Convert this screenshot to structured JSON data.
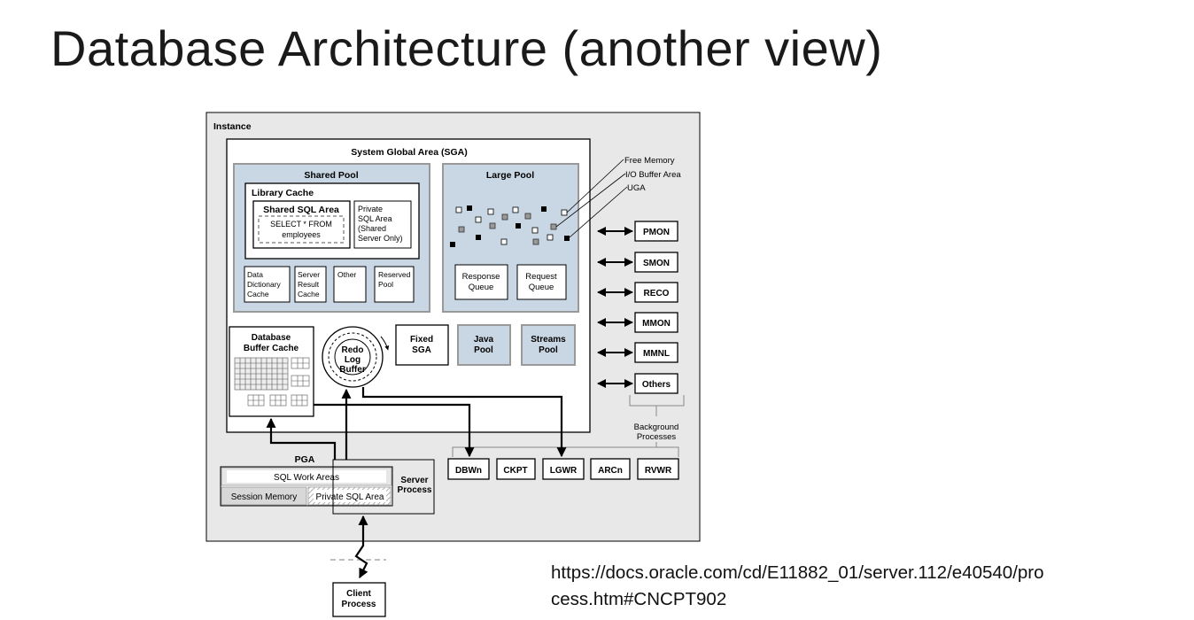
{
  "slide": {
    "title": "Database Architecture (another view)",
    "source_url_line1": "https://docs.oracle.com/cd/E11882_01/server.112/e40540/pro",
    "source_url_line2": "cess.htm#CNCPT902"
  },
  "diagram": {
    "instance_label": "Instance",
    "sga_label": "System Global Area (SGA)",
    "shared_pool_label": "Shared Pool",
    "library_cache_label": "Library Cache",
    "shared_sql_area_label": "Shared SQL Area",
    "sql_line1": "SELECT * FROM",
    "sql_line2": "employees",
    "private_sql_l1": "Private",
    "private_sql_l2": "SQL Area",
    "private_sql_l3": "(Shared",
    "private_sql_l4": "Server Only)",
    "data_dict_l1": "Data",
    "data_dict_l2": "Dictionary",
    "data_dict_l3": "Cache",
    "server_result_l1": "Server",
    "server_result_l2": "Result",
    "server_result_l3": "Cache",
    "other_label": "Other",
    "reserved_l1": "Reserved",
    "reserved_l2": "Pool",
    "large_pool_label": "Large Pool",
    "response_l1": "Response",
    "response_l2": "Queue",
    "request_l1": "Request",
    "request_l2": "Queue",
    "free_memory_label": "Free Memory",
    "io_buffer_label": "I/O Buffer Area",
    "uga_label": "UGA",
    "db_buffer_l1": "Database",
    "db_buffer_l2": "Buffer Cache",
    "redo_l1": "Redo",
    "redo_l2": "Log",
    "redo_l3": "Buffer",
    "fixed_l1": "Fixed",
    "fixed_l2": "SGA",
    "java_l1": "Java",
    "java_l2": "Pool",
    "streams_l1": "Streams",
    "streams_l2": "Pool",
    "bg_processes": [
      "PMON",
      "SMON",
      "RECO",
      "MMON",
      "MMNL",
      "Others"
    ],
    "bg_caption_l1": "Background",
    "bg_caption_l2": "Processes",
    "bottom_processes": [
      "DBWn",
      "CKPT",
      "LGWR",
      "ARCn",
      "RVWR"
    ],
    "pga_label": "PGA",
    "sql_work_areas_label": "SQL Work Areas",
    "session_memory_label": "Session Memory",
    "private_sql_area_label": "Private SQL Area",
    "server_process_l1": "Server",
    "server_process_l2": "Process",
    "client_process_l1": "Client",
    "client_process_l2": "Process"
  },
  "colors": {
    "pool_fill": "#c9d6e3",
    "line": "#000000",
    "hatch": "#bfbfbf"
  }
}
